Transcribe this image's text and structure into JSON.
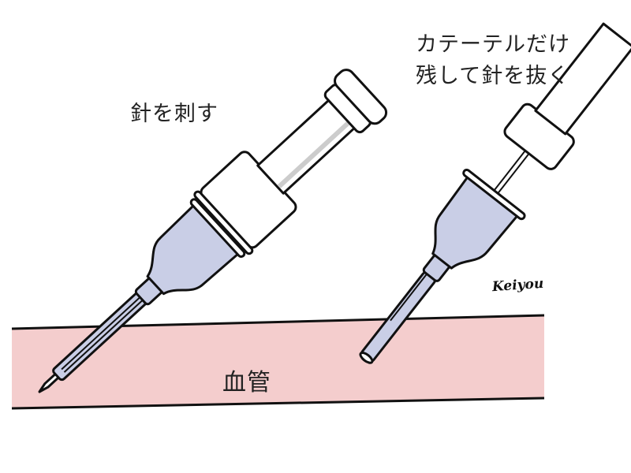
{
  "labels": {
    "insert_needle": "針を刺す",
    "withdraw_line1": "カテーテルだけ",
    "withdraw_line2": "残して針を抜く",
    "vessel": "血管"
  },
  "signature": "Keiyou",
  "colors": {
    "vessel": "#f4cdcd",
    "catheter_hub": "#c9cee6",
    "outline": "#111111"
  }
}
